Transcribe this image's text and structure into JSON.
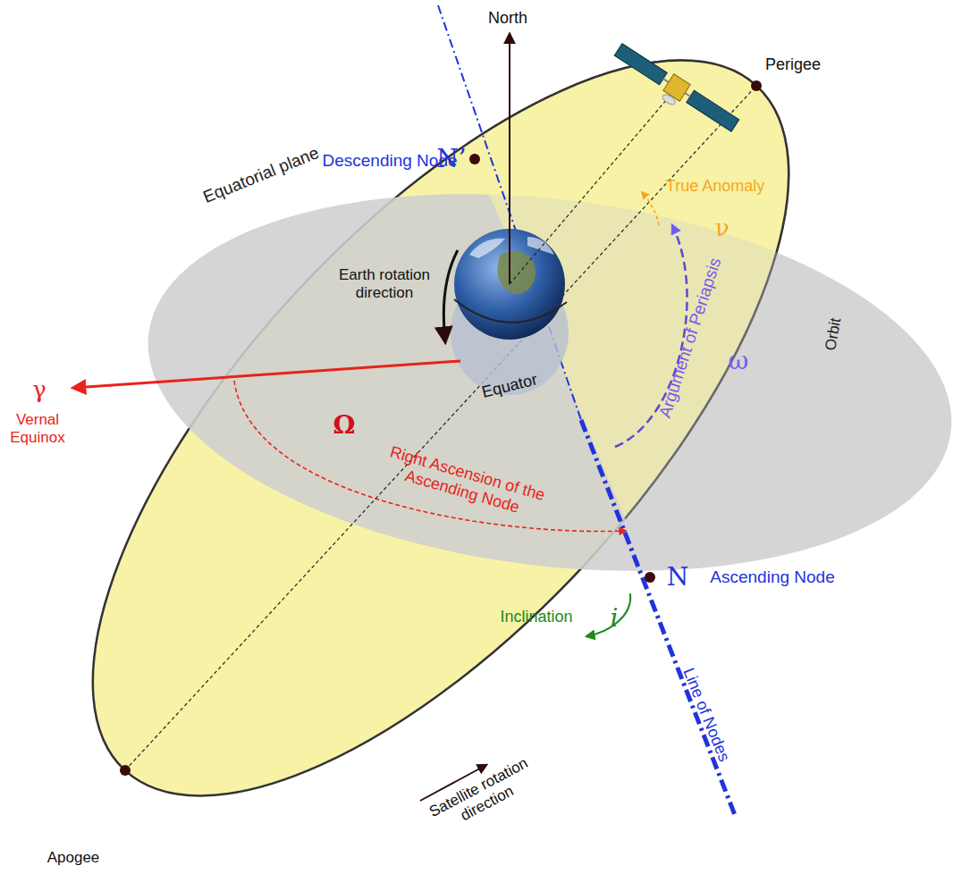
{
  "diagram": {
    "labels": [
      "North",
      "Perigee",
      "Descending Node",
      "N’",
      "Equatorial plane",
      "True Anomaly",
      "ν",
      "Earth rotation direction",
      "Argument of Periapsis",
      "ω",
      "γ",
      "Vernal Equinox",
      "Equator",
      "Orbit",
      "Ω",
      "Right Ascension of the Ascending Node",
      "N",
      "Ascending Node",
      "Inclination",
      "i",
      "Line of Nodes",
      "Satellite rotation direction",
      "Apogee"
    ]
  }
}
